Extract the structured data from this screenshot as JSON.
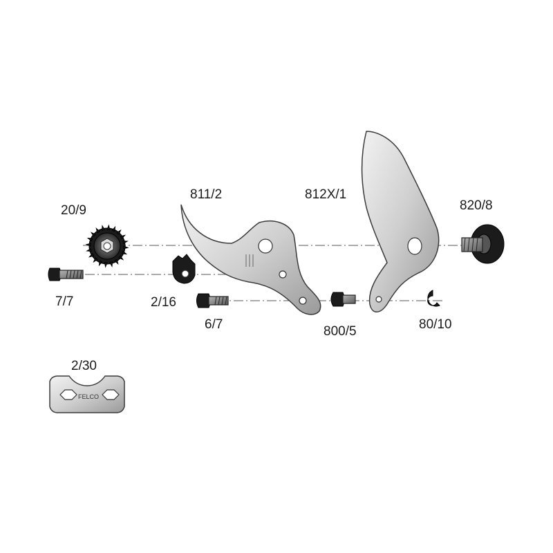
{
  "parts": [
    {
      "id": "20-9",
      "label": "20/9"
    },
    {
      "id": "7-7",
      "label": "7/7"
    },
    {
      "id": "811-2",
      "label": "811/2"
    },
    {
      "id": "2-16",
      "label": "2/16"
    },
    {
      "id": "6-7",
      "label": "6/7"
    },
    {
      "id": "812x-1",
      "label": "812X/1"
    },
    {
      "id": "800-5",
      "label": "800/5"
    },
    {
      "id": "80-10",
      "label": "80/10"
    },
    {
      "id": "820-8",
      "label": "820/8"
    },
    {
      "id": "2-30",
      "label": "2/30"
    }
  ],
  "engravings": {
    "wrench_brand": "FELCO"
  },
  "colors": {
    "steel_light": "#e6e6e6",
    "steel_mid": "#bdbdbd",
    "steel_dark": "#7a7a7a",
    "black_part": "#1b1b1b",
    "line": "#555555"
  }
}
